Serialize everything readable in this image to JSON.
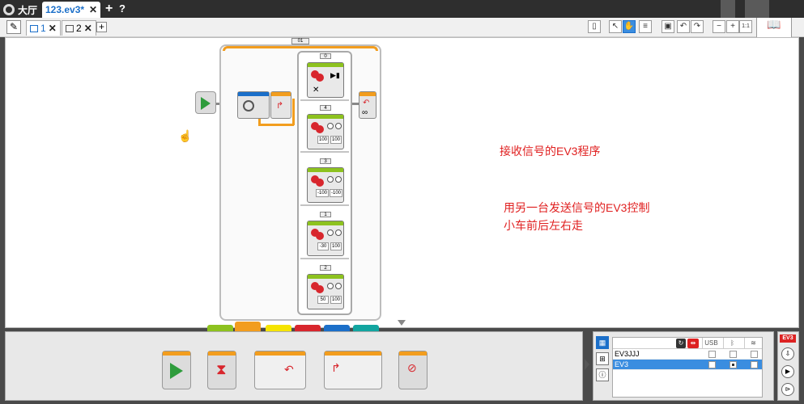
{
  "titlebar": {
    "lobby_label": "大厅",
    "file_tab_label": "123.ev3*",
    "close_glyph": "✕",
    "add_glyph": "+",
    "help_glyph": "?"
  },
  "program_tabs": [
    {
      "label": "1",
      "close": "✕"
    },
    {
      "label": "2",
      "close": "✕"
    }
  ],
  "toolbar": {
    "zoom_reset_label": "1:1"
  },
  "canvas": {
    "notes": [
      {
        "text": "接收信号的EV3程序"
      },
      {
        "text": "用另一台发送信号的EV3控制"
      },
      {
        "text": "小车前后左右走"
      }
    ],
    "loop_label": "01",
    "switch_cases": [
      {
        "label": "0"
      },
      {
        "label": "4"
      },
      {
        "label": "3"
      },
      {
        "label": "1"
      },
      {
        "label": "2"
      }
    ],
    "case_params": [
      [
        "",
        ""
      ],
      [
        "100",
        "100"
      ],
      [
        "-100",
        "-100"
      ],
      [
        "-30",
        "100"
      ],
      [
        "50",
        "100"
      ]
    ]
  },
  "palette": {
    "category_colors": [
      "#8dc21f",
      "#f29d1e",
      "#f5e400",
      "#d8262d",
      "#1b6fc9",
      "#12a5a0"
    ],
    "selected_category": 1
  },
  "hardware": {
    "columns": [
      "USB",
      "bluetooth",
      "wifi"
    ],
    "bricks": [
      {
        "name": "EV3JJJ",
        "usb": false,
        "bt": false,
        "wifi": false,
        "selected": false
      },
      {
        "name": "EV3",
        "usb": false,
        "bt": true,
        "wifi": false,
        "selected": true
      }
    ],
    "ev3_label": "EV3"
  }
}
